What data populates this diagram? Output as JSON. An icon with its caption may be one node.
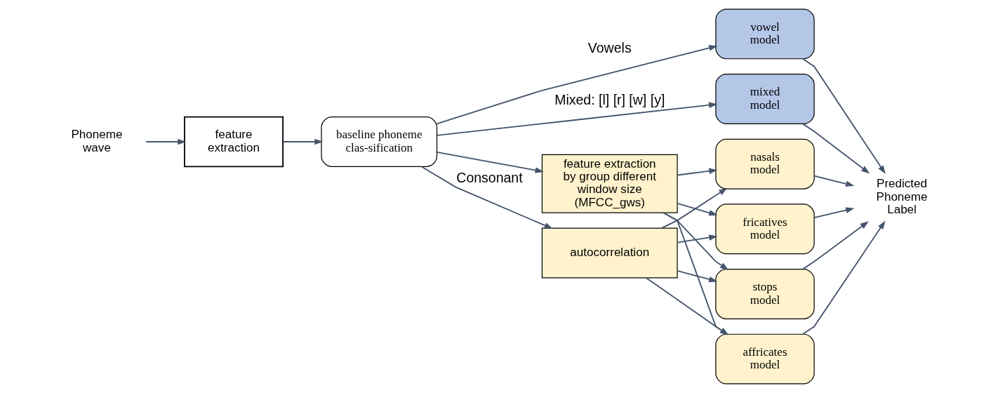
{
  "diagram": {
    "nodes": [
      {
        "text": [
          "Phoneme wave"
        ]
      },
      {
        "text": [
          "feature extraction"
        ]
      },
      {
        "text": [
          "baseline phoneme clas-sification"
        ]
      },
      {
        "text": [
          "feature extraction by group different window size (MFCC_gws)"
        ]
      },
      {
        "text": [
          "autocorrelation"
        ]
      },
      {
        "text": [
          "vowel model"
        ]
      },
      {
        "text": [
          "mixed model"
        ]
      },
      {
        "text": [
          "nasals model"
        ]
      },
      {
        "text": [
          "fricatives model"
        ]
      },
      {
        "text": [
          "affricates model"
        ]
      },
      {
        "text": [
          "stops model"
        ]
      },
      {
        "text": [
          "Predicted Phoneme Label"
        ]
      }
    ],
    "edges": [
      {
        "from": 0,
        "to": 1,
        "arrow": "to"
      },
      {
        "from": 1,
        "to": 2,
        "arrow": "to"
      },
      {
        "from": 2,
        "to": 5,
        "arrow": "to",
        "label": "Vowels"
      },
      {
        "from": 2,
        "to": 6,
        "arrow": "to",
        "label": "Mixed: [l] [r] [w] [y]"
      },
      {
        "from": 2,
        "to": 3,
        "arrow": "to"
      },
      {
        "from": 2,
        "to": 4,
        "arrow": "to",
        "label": "Consonant"
      },
      {
        "from": 3,
        "to": 7,
        "arrow": "to"
      },
      {
        "from": 3,
        "to": 8,
        "arrow": "to"
      },
      {
        "from": 3,
        "to": 9,
        "arrow": "to"
      },
      {
        "from": 3,
        "to": 10,
        "arrow": "to"
      },
      {
        "from": 4,
        "to": 7,
        "arrow": "to"
      },
      {
        "from": 4,
        "to": 8,
        "arrow": "to"
      },
      {
        "from": 4,
        "to": 9,
        "arrow": "to"
      },
      {
        "from": 4,
        "to": 10,
        "arrow": "to"
      },
      {
        "from": 5,
        "to": 11,
        "arrow": "to"
      },
      {
        "from": 6,
        "to": 11,
        "arrow": "to"
      },
      {
        "from": 7,
        "to": 11,
        "arrow": "to"
      },
      {
        "from": 8,
        "to": 11,
        "arrow": "to"
      },
      {
        "from": 9,
        "to": 11,
        "arrow": "to"
      },
      {
        "from": 10,
        "to": 11,
        "arrow": "to"
      }
    ]
  }
}
